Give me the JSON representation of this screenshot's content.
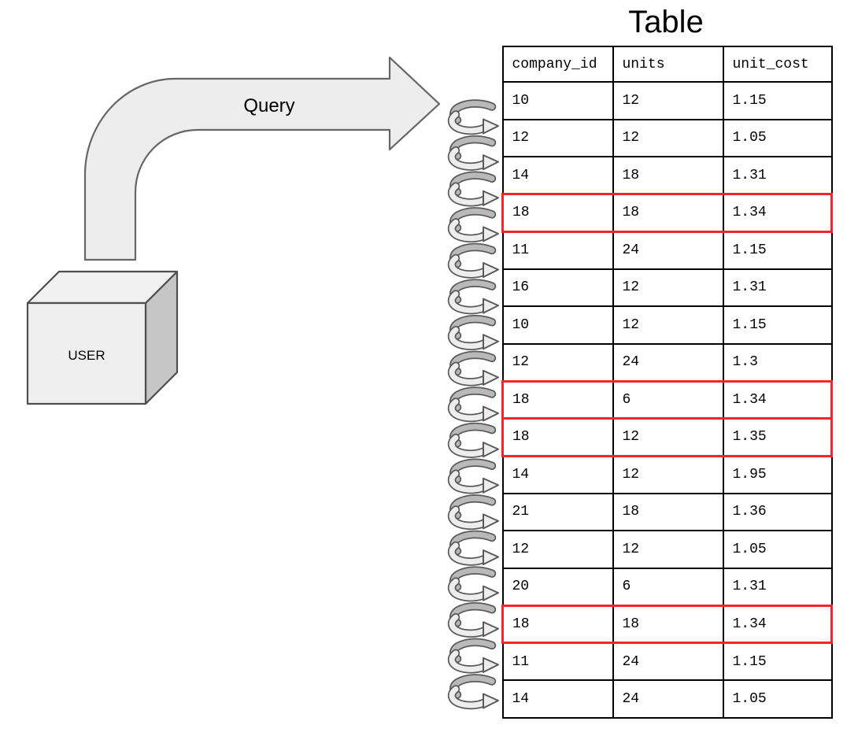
{
  "labels": {
    "title": "Table",
    "query": "Query",
    "user": "USER"
  },
  "table": {
    "columns": [
      "company_id",
      "units",
      "unit_cost"
    ],
    "rows": [
      {
        "company_id": "10",
        "units": "12",
        "unit_cost": "1.15",
        "highlighted": false
      },
      {
        "company_id": "12",
        "units": "12",
        "unit_cost": "1.05",
        "highlighted": false
      },
      {
        "company_id": "14",
        "units": "18",
        "unit_cost": "1.31",
        "highlighted": false
      },
      {
        "company_id": "18",
        "units": "18",
        "unit_cost": "1.34",
        "highlighted": true
      },
      {
        "company_id": "11",
        "units": "24",
        "unit_cost": "1.15",
        "highlighted": false
      },
      {
        "company_id": "16",
        "units": "12",
        "unit_cost": "1.31",
        "highlighted": false
      },
      {
        "company_id": "10",
        "units": "12",
        "unit_cost": "1.15",
        "highlighted": false
      },
      {
        "company_id": "12",
        "units": "24",
        "unit_cost": "1.3",
        "highlighted": false
      },
      {
        "company_id": "18",
        "units": "6",
        "unit_cost": "1.34",
        "highlighted": true
      },
      {
        "company_id": "18",
        "units": "12",
        "unit_cost": "1.35",
        "highlighted": true
      },
      {
        "company_id": "14",
        "units": "12",
        "unit_cost": "1.95",
        "highlighted": false
      },
      {
        "company_id": "21",
        "units": "18",
        "unit_cost": "1.36",
        "highlighted": false
      },
      {
        "company_id": "12",
        "units": "12",
        "unit_cost": "1.05",
        "highlighted": false
      },
      {
        "company_id": "20",
        "units": "6",
        "unit_cost": "1.31",
        "highlighted": false
      },
      {
        "company_id": "18",
        "units": "18",
        "unit_cost": "1.34",
        "highlighted": true
      },
      {
        "company_id": "11",
        "units": "24",
        "unit_cost": "1.15",
        "highlighted": false
      },
      {
        "company_id": "14",
        "units": "24",
        "unit_cost": "1.05",
        "highlighted": false
      }
    ]
  },
  "colors": {
    "highlight_red": "#f8262c",
    "table_border": "#000000",
    "shape_fill": "#ededed",
    "shape_stroke": "#666666",
    "cube_side_fill": "#c6c6c6",
    "loop_dark": "#b9b9b9",
    "loop_light": "#ededed",
    "text": "#000000"
  },
  "icons": {
    "query_arrow": "bent-arrow-icon",
    "row_pointer": "loop-arrow-icon",
    "user_shape": "cube-icon"
  }
}
